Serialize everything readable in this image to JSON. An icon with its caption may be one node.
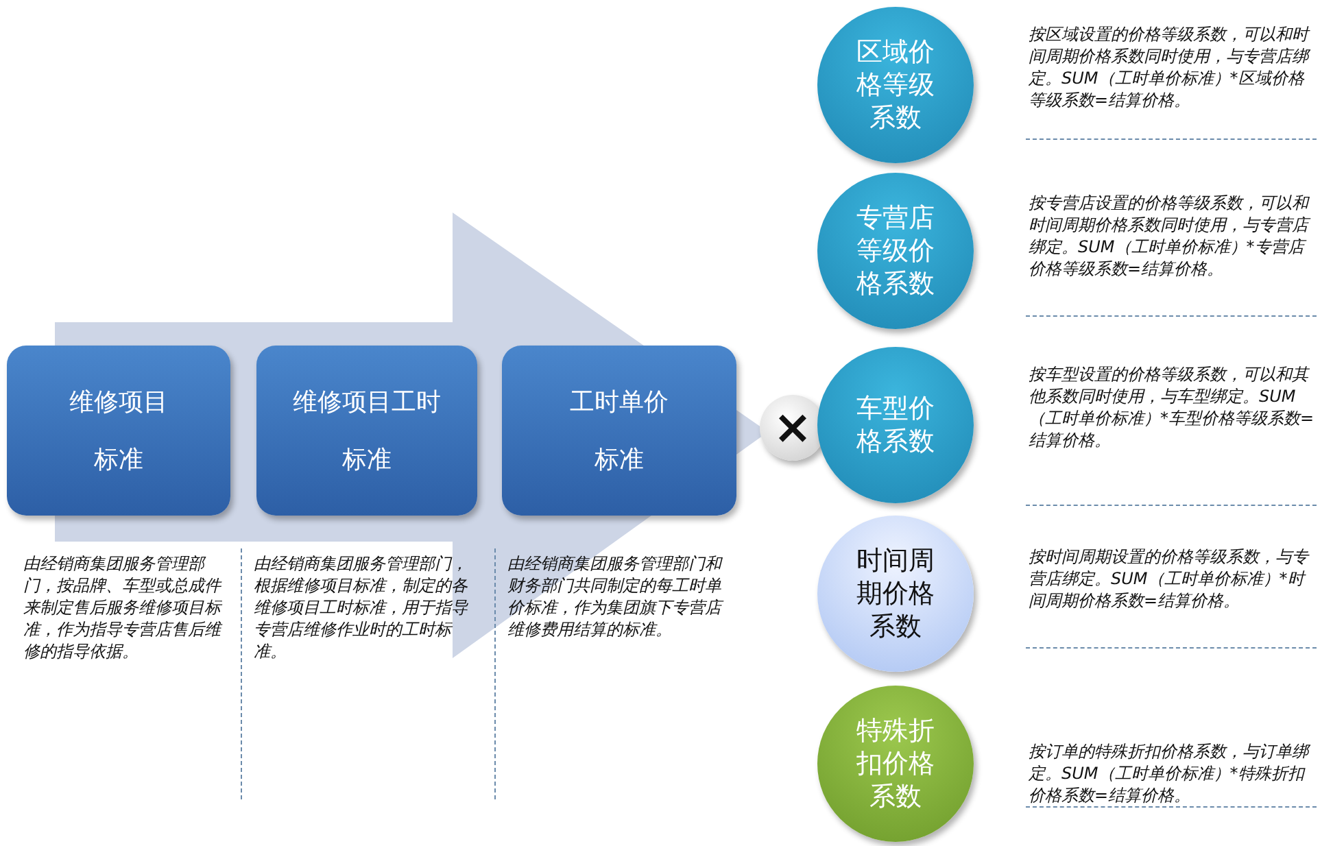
{
  "diagram": {
    "nodes": [
      {
        "text": [
          "维修项目",
          "标准"
        ],
        "beside": [
          "由经销商集团服务管理部门，按品牌、车型或总成件来制定售后服务维修项目标准，作为指导专营店售后维修的指导依据。"
        ]
      },
      {
        "text": [
          "维修项目工时",
          "标准"
        ],
        "beside": [
          "由经销商集团服务管理部门，根据维修项目标准，制定的各维修项目工时标准，用于指导专营店维修作业时的工时标准。"
        ]
      },
      {
        "text": [
          "工时单价",
          "标准"
        ],
        "beside": [
          "由经销商集团服务管理部门和财务部门共同制定的每工时单价标准，作为集团旗下专营店维修费用结算的标准。"
        ]
      },
      {
        "text": [
          "×"
        ]
      },
      {
        "text": [
          "区域价格等级系数"
        ],
        "beside": [
          "按区域设置的价格等级系数，可以和时间周期价格系数同时使用，与专营店绑定。SUM（工时单价标准）*区域价格等级系数=结算价格。"
        ]
      },
      {
        "text": [
          "专营店等级价格系数"
        ],
        "beside": [
          "按专营店设置的价格等级系数，可以和时间周期价格系数同时使用，与专营店绑定。SUM（工时单价标准）*专营店价格等级系数=结算价格。"
        ]
      },
      {
        "text": [
          "车型价格系数"
        ],
        "beside": [
          "按车型设置的价格等级系数，可以和其他系数同时使用，与车型绑定。SUM（工时单价标准）*车型价格等级系数=结算价格。"
        ]
      },
      {
        "text": [
          "时间周期价格系数"
        ],
        "beside": [
          "按时间周期设置的价格等级系数，与专营店绑定。SUM（工时单价标准）*时间周期价格系数=结算价格。"
        ]
      },
      {
        "text": [
          "特殊折扣价格系数"
        ],
        "beside": [
          "按订单的特殊折扣价格系数，与订单绑定。SUM（工时单价标准）*特殊折扣价格系数=结算价格。"
        ]
      }
    ],
    "edges": [
      {
        "from": 0,
        "to": 2,
        "arrow": "to"
      }
    ]
  }
}
